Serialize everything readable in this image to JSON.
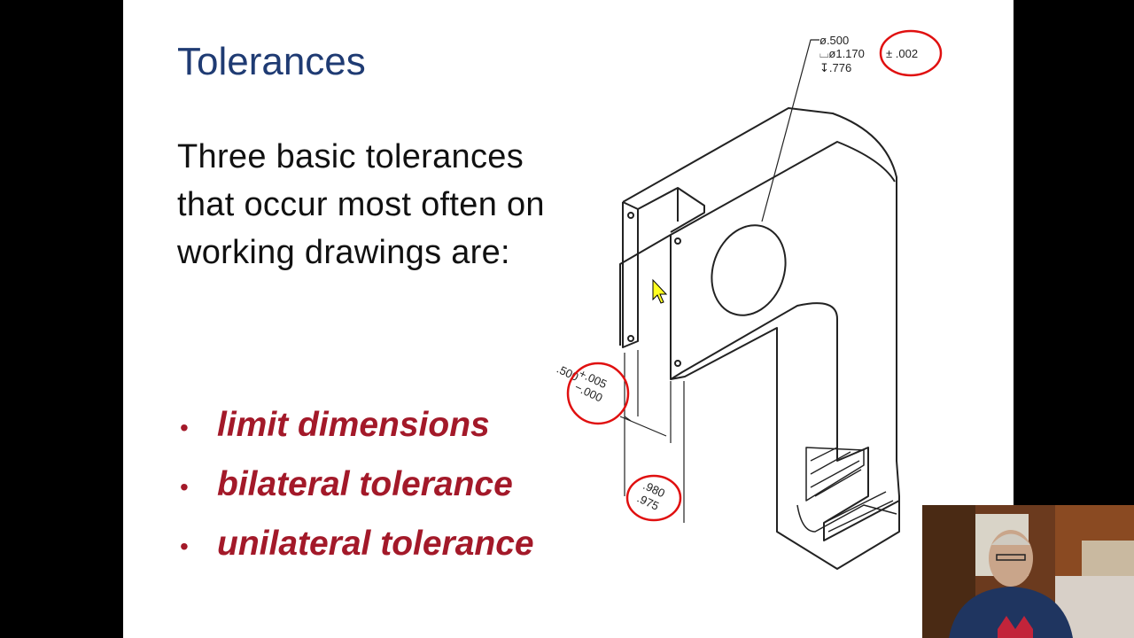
{
  "slide": {
    "title": "Tolerances",
    "body": "Three basic tolerances that occur most often on working drawings are:",
    "bullets": [
      "limit dimensions",
      "bilateral tolerance",
      "unilateral tolerance"
    ],
    "bullet_color": "#a31929",
    "title_color": "#1f3b73"
  },
  "drawing": {
    "callout_line1": "ø.500",
    "callout_line2a": "⌴ø1.170",
    "callout_tolerance": "± .002",
    "callout_line3": "↧.776",
    "unilateral_base": ".500",
    "unilateral_plus": "+.005",
    "unilateral_minus": "−.000",
    "limit_upper": ".980",
    "limit_lower": ".975",
    "circle_color": "#e01010"
  },
  "cursor": "arrow-cursor-icon",
  "webcam": "presenter-video"
}
